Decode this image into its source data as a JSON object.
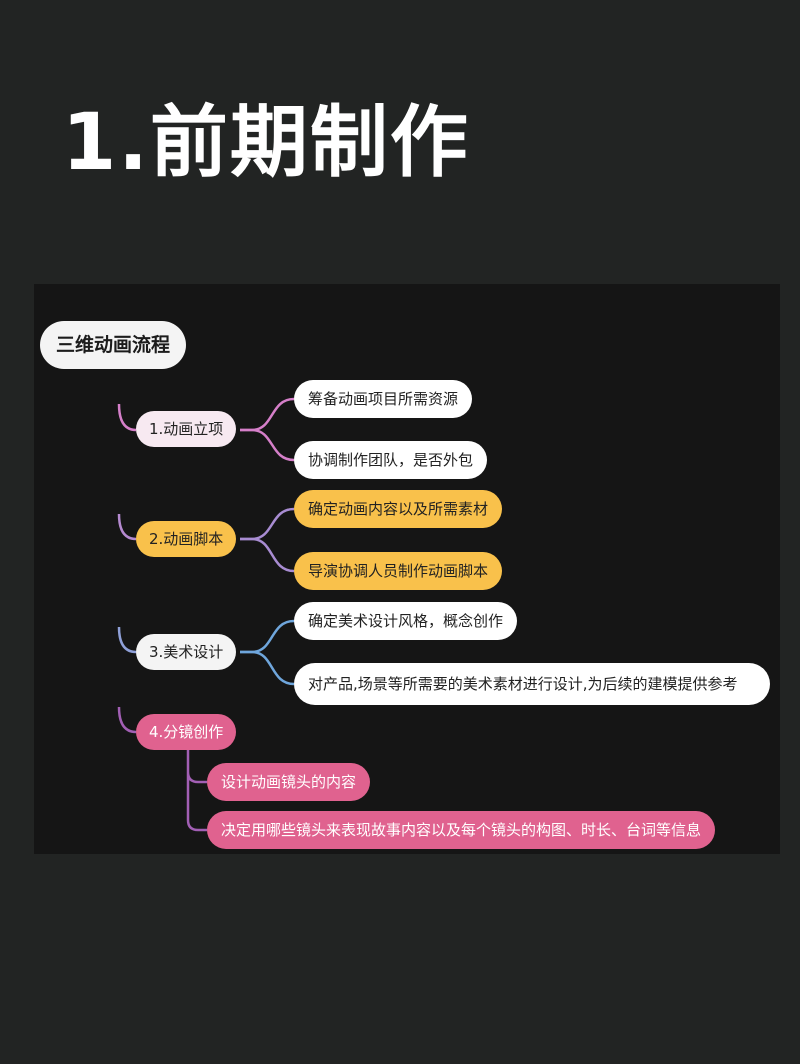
{
  "header": {
    "title": "1.前期制作"
  },
  "mindmap": {
    "root": "三维动画流程",
    "stages": [
      {
        "label": "1.动画立项",
        "items": [
          "筹备动画项目所需资源",
          "协调制作团队，是否外包"
        ]
      },
      {
        "label": "2.动画脚本",
        "items": [
          "确定动画内容以及所需素材",
          "导演协调人员制作动画脚本"
        ]
      },
      {
        "label": "3.美术设计",
        "items": [
          "确定美术设计风格，概念创作",
          "对产品,场景等所需要的美术素材进行设计,为后续的建模提供参考"
        ]
      },
      {
        "label": "4.分镜创作",
        "items": [
          "设计动画镜头的内容",
          "决定用哪些镜头来表现故事内容以及每个镜头的构图、时长、台词等信息"
        ]
      }
    ]
  },
  "colors": {
    "background": "#222423",
    "panel": "#151515",
    "stage1": "#f7e9f1",
    "stage2": "#f9c14b",
    "stage3": "#f4f4f4",
    "stage4": "#e0628f",
    "branch1": "#d57fc9",
    "branch2": "#a88cd2",
    "branch3": "#6fa6dc",
    "branch4": "#a25fb4"
  }
}
